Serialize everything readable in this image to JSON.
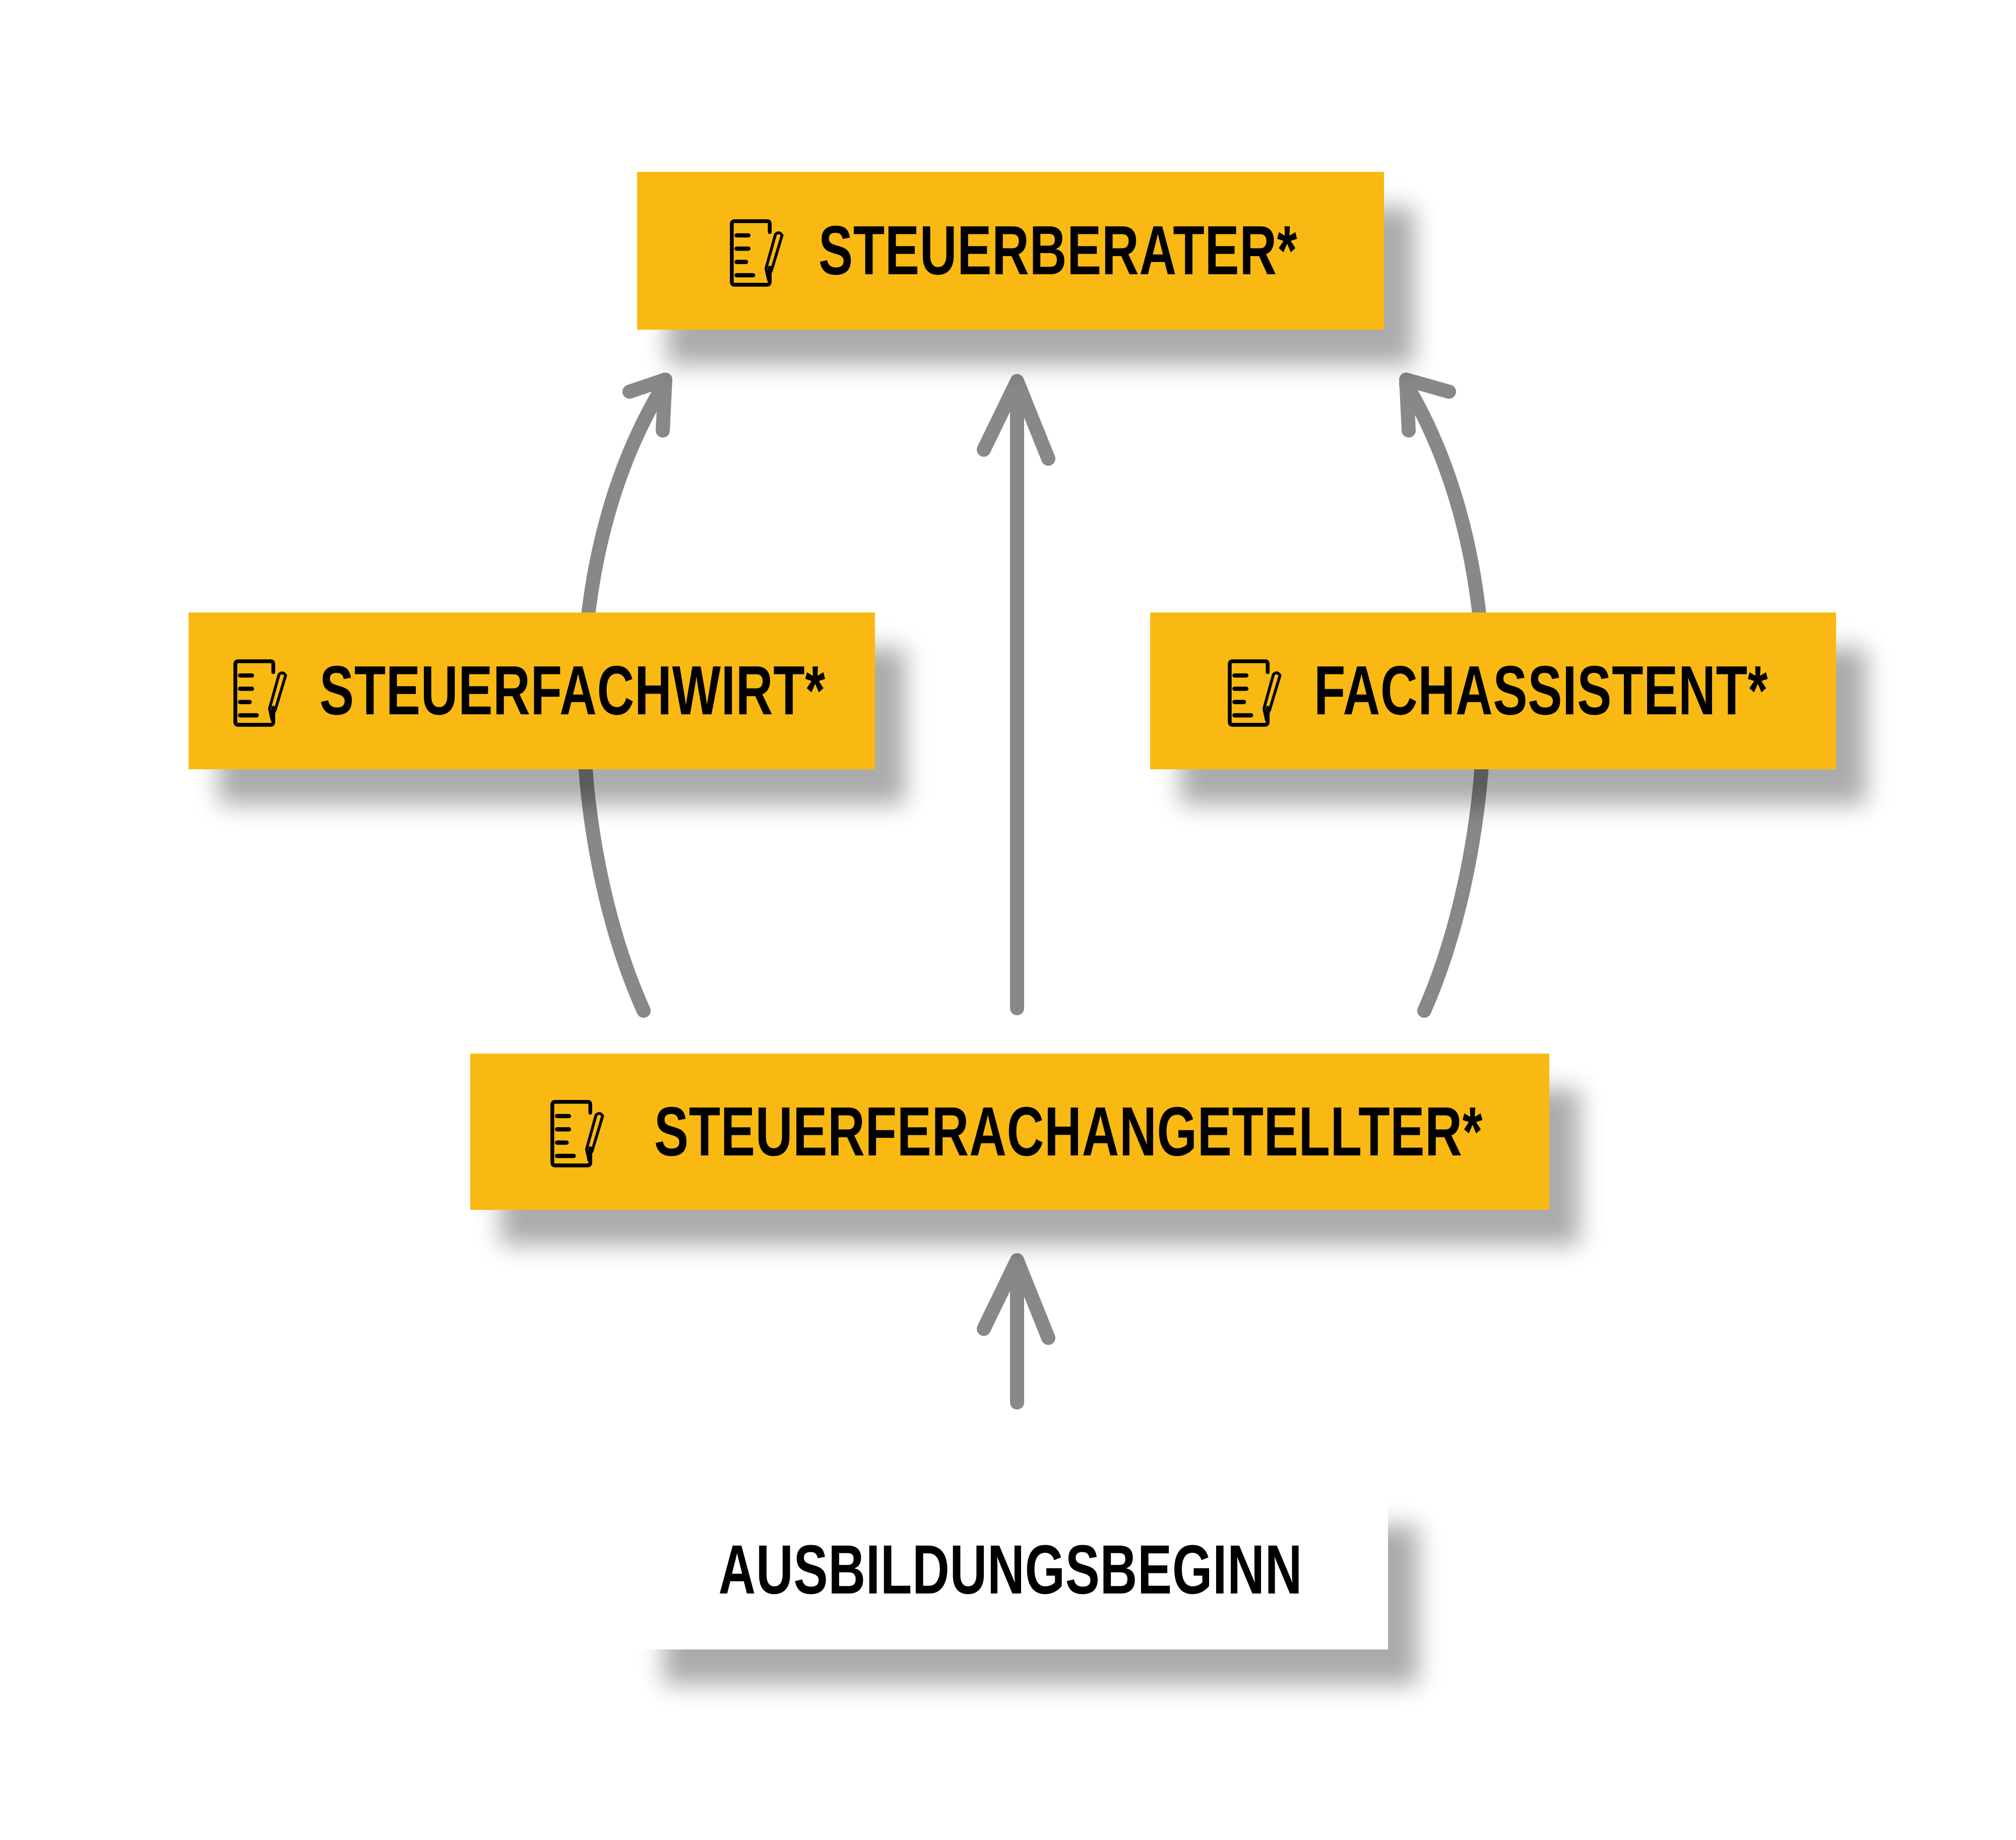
{
  "diagram": {
    "nodes": [
      {
        "id": "steuerberater",
        "label": "STEUERBERATER*",
        "icon": "document-edit-icon"
      },
      {
        "id": "steuerfachwirt",
        "label": "STEUERFACHWIRT*",
        "icon": "document-edit-icon"
      },
      {
        "id": "fachassistent",
        "label": "FACHASSISTENT*",
        "icon": "document-edit-icon"
      },
      {
        "id": "steuerfachangestellter",
        "label": "STEUERFERACHANGETELLTER*",
        "icon": "document-edit-icon"
      },
      {
        "id": "ausbildungsbeginn",
        "label": "AUSBILDUNGSBEGINN"
      }
    ],
    "edges": [
      {
        "from": "ausbildungsbeginn",
        "to": "steuerfachangestellter"
      },
      {
        "from": "steuerfachangestellter",
        "to": "steuerfachwirt"
      },
      {
        "from": "steuerfachwirt",
        "to": "steuerberater"
      },
      {
        "from": "steuerfachangestellter",
        "to": "steuerberater"
      },
      {
        "from": "steuerfachangestellter",
        "to": "fachassistent"
      },
      {
        "from": "fachassistent",
        "to": "steuerberater"
      }
    ],
    "colors": {
      "box": "#F9B912",
      "arrow": "#888888",
      "text": "#000000"
    }
  }
}
